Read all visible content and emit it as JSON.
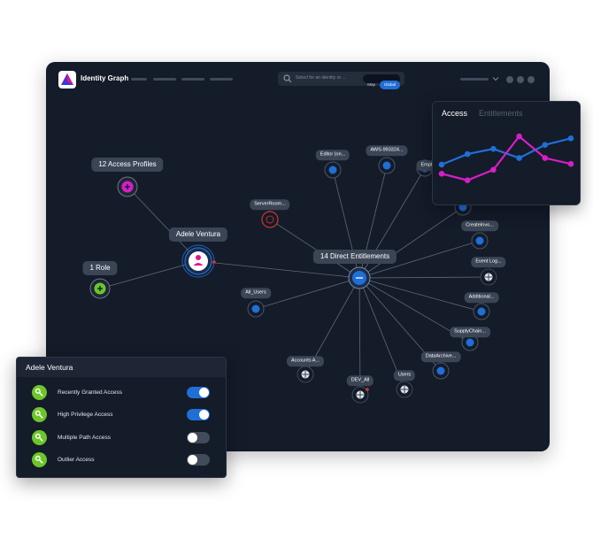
{
  "app": {
    "title": "Identity Graph"
  },
  "search": {
    "placeholder": "Select for an identity or ...",
    "mode_map": "Map",
    "mode_global": "Global"
  },
  "graph": {
    "user": "Adele Ventura",
    "access_profiles": "12 Access Profiles",
    "roles": "1 Role",
    "entitlements_hub": "14 Direct Entitlements",
    "entitlements": [
      "Editor (on...",
      "AWS-993324...",
      "Empl...",
      "ServerRoom...",
      "CreateInvo...",
      "Event Log...",
      "All_Users",
      "Additional...",
      "SupplyChain...",
      "DataArchive...",
      "Accounts A...",
      "DEV_All",
      "Users"
    ]
  },
  "chart": {
    "tab_active": "Access",
    "tab_inactive": "Entitlements"
  },
  "chart_data": {
    "type": "line",
    "x": [
      1,
      2,
      3,
      4,
      5,
      6
    ],
    "series": [
      {
        "values": [
          42,
          58,
          66,
          52,
          72,
          82
        ],
        "color": "#1f6fd6"
      },
      {
        "values": [
          28,
          18,
          34,
          85,
          52,
          43
        ],
        "color": "#d61ec7"
      }
    ],
    "ylim": [
      0,
      100
    ]
  },
  "panel": {
    "title": "Adele Ventura",
    "items": [
      {
        "label": "Recently Granted Access",
        "on": true
      },
      {
        "label": "High Privilege Access",
        "on": true
      },
      {
        "label": "Multiple Path Access",
        "on": false
      },
      {
        "label": "Outlier Access",
        "on": false
      }
    ]
  },
  "colors": {
    "accent": "#1f6fd6",
    "magenta": "#d61ec7",
    "green": "#6cc62a",
    "red": "#d9342b",
    "background": "#141b29"
  }
}
